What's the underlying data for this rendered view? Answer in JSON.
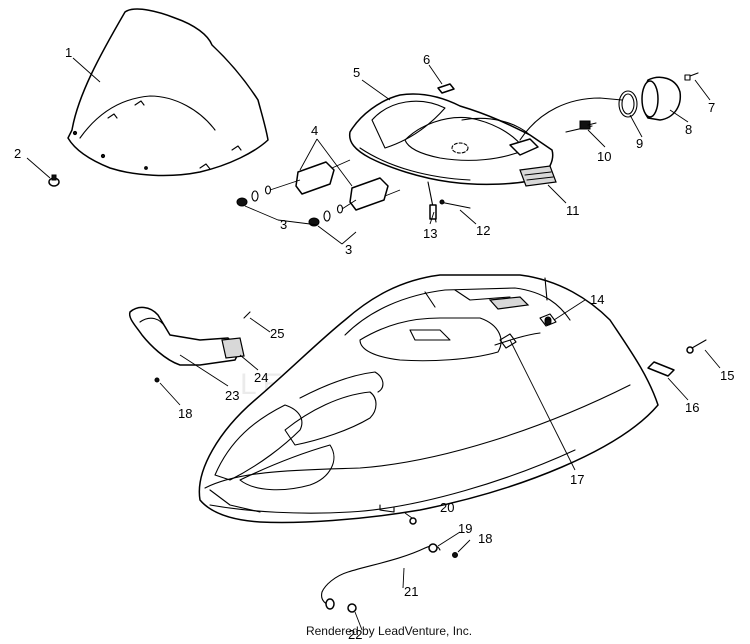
{
  "callouts": [
    {
      "id": "c1",
      "label": "1"
    },
    {
      "id": "c2",
      "label": "2"
    },
    {
      "id": "c3a",
      "label": "3"
    },
    {
      "id": "c3b",
      "label": "3"
    },
    {
      "id": "c4",
      "label": "4"
    },
    {
      "id": "c5",
      "label": "5"
    },
    {
      "id": "c6",
      "label": "6"
    },
    {
      "id": "c7",
      "label": "7"
    },
    {
      "id": "c8",
      "label": "8"
    },
    {
      "id": "c9",
      "label": "9"
    },
    {
      "id": "c10",
      "label": "10"
    },
    {
      "id": "c11",
      "label": "11"
    },
    {
      "id": "c12",
      "label": "12"
    },
    {
      "id": "c13",
      "label": "13"
    },
    {
      "id": "c14",
      "label": "14"
    },
    {
      "id": "c15",
      "label": "15"
    },
    {
      "id": "c16",
      "label": "16"
    },
    {
      "id": "c17",
      "label": "17"
    },
    {
      "id": "c18a",
      "label": "18"
    },
    {
      "id": "c18b",
      "label": "18"
    },
    {
      "id": "c19",
      "label": "19"
    },
    {
      "id": "c20",
      "label": "20"
    },
    {
      "id": "c21",
      "label": "21"
    },
    {
      "id": "c22",
      "label": "22"
    },
    {
      "id": "c23",
      "label": "23"
    },
    {
      "id": "c24",
      "label": "24"
    },
    {
      "id": "c25",
      "label": "25"
    }
  ],
  "footer": {
    "text": "Rendered by LeadVenture, Inc."
  },
  "watermark": {
    "text": "LEADVENTURE"
  }
}
